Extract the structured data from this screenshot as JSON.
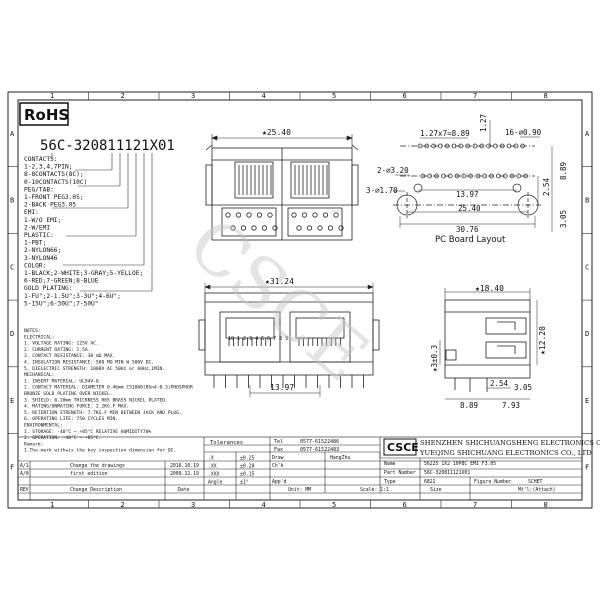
{
  "frame": {
    "columns": [
      "1",
      "2",
      "3",
      "4",
      "5",
      "6",
      "7",
      "8"
    ],
    "rows": [
      "A",
      "B",
      "C",
      "D",
      "E",
      "F"
    ]
  },
  "rohs_logo": "RoHS",
  "part_code": "56C-320811121X01",
  "spec_lines": [
    "CONTACTS:",
    "1-2,3,4,7PIN;",
    "8-8CONTACTS(8C);",
    "0-10CONTACTS(10C)",
    "PEG/TAB:",
    "1-FRONT PEG3.05;",
    "2-BACK PEG3.05",
    "EMI:",
    "1-W/O EMI;",
    "2-W/EMI",
    "PLASTIC:",
    "1-PBT;",
    "2-NYLON66;",
    "3-NYLON46",
    "COLOR:",
    "1-BLACK;2-WHITE;3-GRAY;5-YELLOE;",
    "6-RED;7-GREEN;8-BLUE",
    "GOLD PLATING:",
    "1-FU\";2-1.5U\";3-3U\";4-6U\";",
    "5-15U\";6-30U\";7-50U\""
  ],
  "notes": [
    "NOTES:",
    "ELECTRICAL:",
    "1. VOLTAGE RATING: 125V AC.",
    "2. CURRENT RATING: 1.5A.",
    "3. CONTACT RESISTANCE: 30 mΩ MAX.",
    "4. INSULATION RESISTANCE: 500 MΩ MIN W 500V DC.",
    "5. DIELECTRIC STRENGTH: 1000V AC 50Hz or 60Hz,1MIN.",
    "MECHANICAL:",
    "1. INSERT MATERIAL: UL94V-0.",
    "2. CONTACT MATERIAL: DIAMETER 0.46mm C51000(BSn4-0.3)PHOSPHOR",
    "   BRONZE GOLD PLATING OVER NICKEL.",
    "3. SHIELD: 0.20mm THICKNESS H65 BRASS NICKEL PLATED.",
    "4. MATING/UNMATING FORCE: 2.2KG.F MAX.",
    "5. RETENTION STRENGTH: 7.7KG.F MIN BETWEEN JACK AND PLUG.",
    "6. OPERATING LIFE: 750 CYCLES MIN.",
    "ENVIRONMENTAL:",
    "1. STORAGE: -40°C ~ +85°C RELATIVE HUMIDITY70%",
    "2. OPERATION: -40°C ~ +85°C.",
    "Remark:",
    "1.The mark with★is the key inspection dimension for QC."
  ],
  "views": {
    "top": {
      "dim_width": "★25.40"
    },
    "pcb": {
      "dims": [
        "1.27x7=8.89",
        "1.27",
        "16-⌀0.90",
        "2-⌀3.20",
        "3-⌀1.70",
        "13.97",
        "25.40",
        "30.76",
        "2.54",
        "8.89",
        "3.05"
      ],
      "caption": "PC Board Layout"
    },
    "front": {
      "dim_width": "★31.24",
      "dim_bottom": "13.97",
      "pin_labels": "10 1 2 3 4 5 6 7 8 9"
    },
    "side": {
      "dims": [
        "★18.40",
        "★12.20",
        "★3±0.3",
        "2.54",
        "3.05",
        "8.89",
        "7.93"
      ]
    }
  },
  "watermark": "CSCE",
  "title_block": {
    "tolerances_label": "Tolerances",
    "tel_label": "Tel",
    "tel_value": "0577-61522486",
    "fax_label": "Fax",
    "fax_value": "0577-61522483",
    "logo": "CSCE",
    "company_cn": "SHENZHEN SHICHUANGSHENG ELECTRONICS CO., LTD",
    "company_cn2": "YUEQING SHICHUANG ELECTRONICS CO., LTD",
    "tolerance_rows": [
      {
        "fmt": ".X",
        "tol": "±0.25"
      },
      {
        "fmt": ".XX",
        "tol": "±0.20"
      },
      {
        "fmt": ".XXX",
        "tol": "±0.15"
      },
      {
        "fmt": "Angle",
        "tol": "±1°"
      }
    ],
    "draw_label": "Draw",
    "draw_value": "HangZhu",
    "chk_label": "Ch'k",
    "appd_label": "App'd",
    "name_label": "Name",
    "name_value": "56225 1X2 10P8C EMI F3.05",
    "part_number_label": "Part Number",
    "part_number_value": "56C-320811121X01",
    "type_label": "Type",
    "type_value": "6822",
    "figure_number_label": "Figure Number",
    "sheet_label": "SCHET",
    "unit_label": "Unit: MM",
    "scale_label": "Scale: 1:1",
    "size_label": "Size",
    "mt_label": "Mt'l:(Attach)",
    "revisions": [
      {
        "rev": "A/1",
        "desc": "Change the drawings",
        "date": "2016.10.19"
      },
      {
        "rev": "A/0",
        "desc": "first edition",
        "date": "2009.12.19"
      }
    ],
    "rev_header": {
      "rev": "REV",
      "desc": "Change Description",
      "date": "Date"
    }
  }
}
